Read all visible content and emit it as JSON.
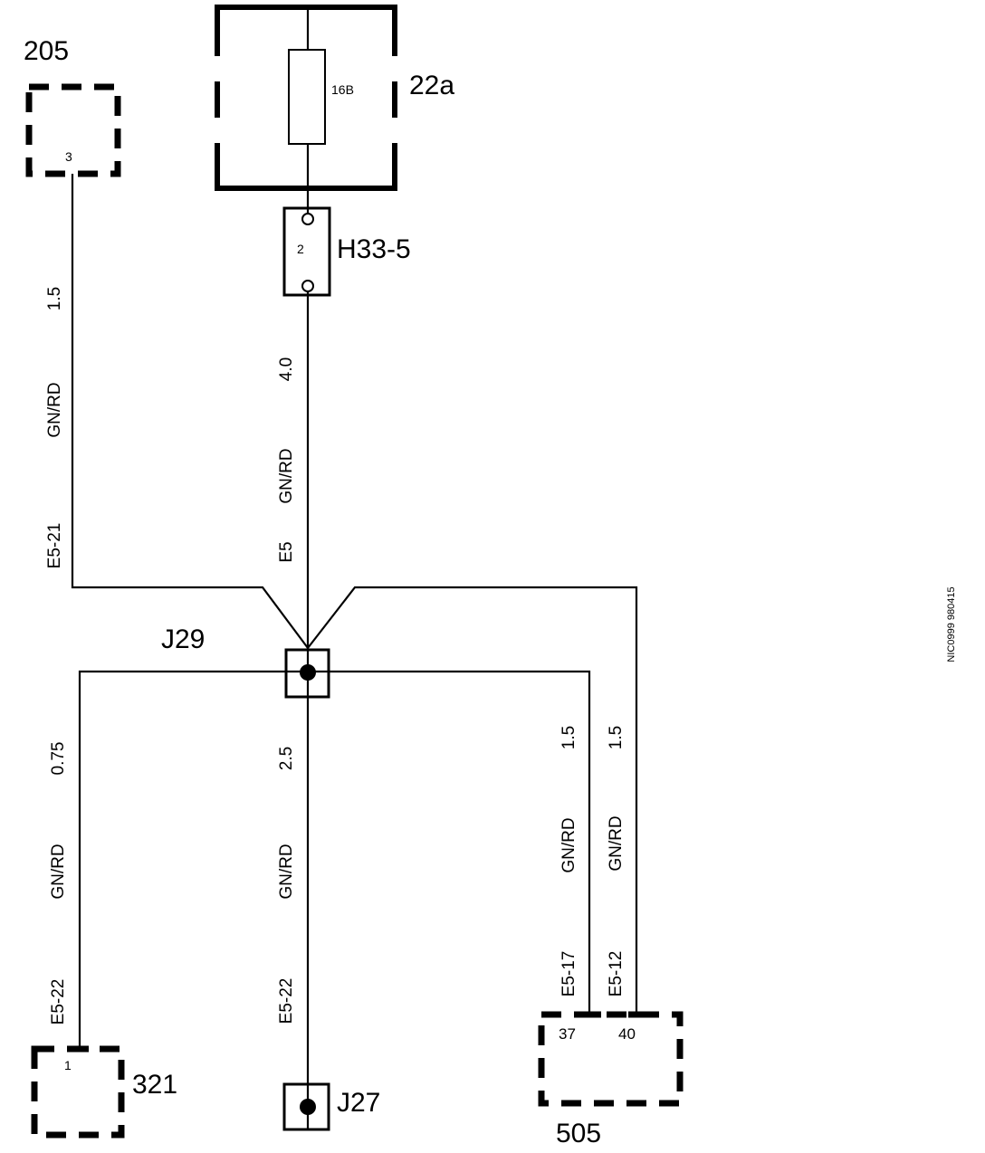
{
  "components": {
    "c205": {
      "label": "205",
      "pin": "3"
    },
    "c22a": {
      "label": "22a",
      "fuse_rating": "16B"
    },
    "h33": {
      "label": "H33-5",
      "pin": "2"
    },
    "j29": {
      "label": "J29"
    },
    "c321": {
      "label": "321",
      "pin": "1"
    },
    "j27": {
      "label": "J27"
    },
    "c505": {
      "label": "505",
      "pin_a": "37",
      "pin_b": "40"
    }
  },
  "wires": {
    "w205": {
      "size": "1.5",
      "color": "GN/RD",
      "code": "E5-21"
    },
    "wh33": {
      "size": "4.0",
      "color": "GN/RD",
      "code": "E5"
    },
    "w321": {
      "size": "0.75",
      "color": "GN/RD",
      "code": "E5-22"
    },
    "wj27": {
      "size": "2.5",
      "color": "GN/RD",
      "code": "E5-22"
    },
    "w505a": {
      "size": "1.5",
      "color": "GN/RD",
      "code": "E5-17"
    },
    "w505b": {
      "size": "1.5",
      "color": "GN/RD",
      "code": "E5-12"
    }
  },
  "figure_id": "NIC0999 980415"
}
